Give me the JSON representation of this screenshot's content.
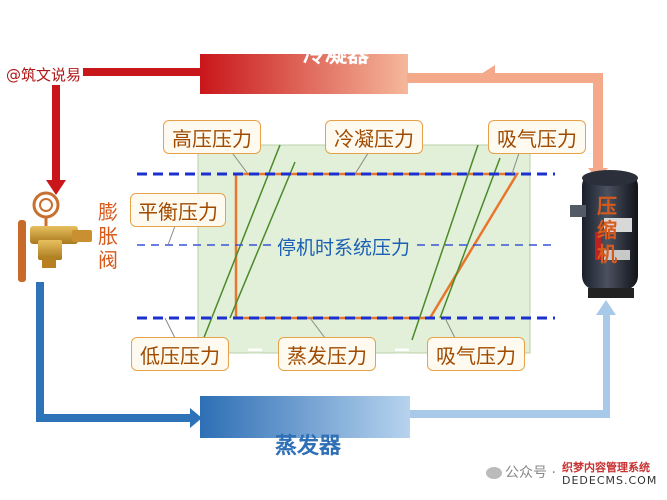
{
  "labels": {
    "condenser": "冷凝器",
    "evaporator": "蒸发器",
    "expansion_valve": "膨胀阀",
    "compressor": "压缩机",
    "balance": "平衡压力",
    "shutdown": "停机时系统压力",
    "high_pressure": "高压压力",
    "condensing_pressure": "冷凝压力",
    "suction_pressure_top": "吸气压力",
    "low_pressure": "低压压力",
    "evaporating_pressure": "蒸发压力",
    "suction_pressure_bottom": "吸气压力",
    "equals": "="
  },
  "watermark": "@筑文说易",
  "wechat": "公众号 ·",
  "site_badge": [
    "织梦内容管理系统",
    "DEDECMS.COM"
  ],
  "colors": {
    "hot": "#c9161b",
    "hot_light": "#f5b89a",
    "cold": "#2e73b8",
    "cold_light": "#b7d3ee",
    "panel": "#e2f0d9",
    "dashed": "#1c2fd0",
    "orange": "#e8772e",
    "green": "#4a8a2a"
  },
  "icons": [
    "expansion-valve-icon",
    "compressor-icon",
    "wechat-icon"
  ]
}
